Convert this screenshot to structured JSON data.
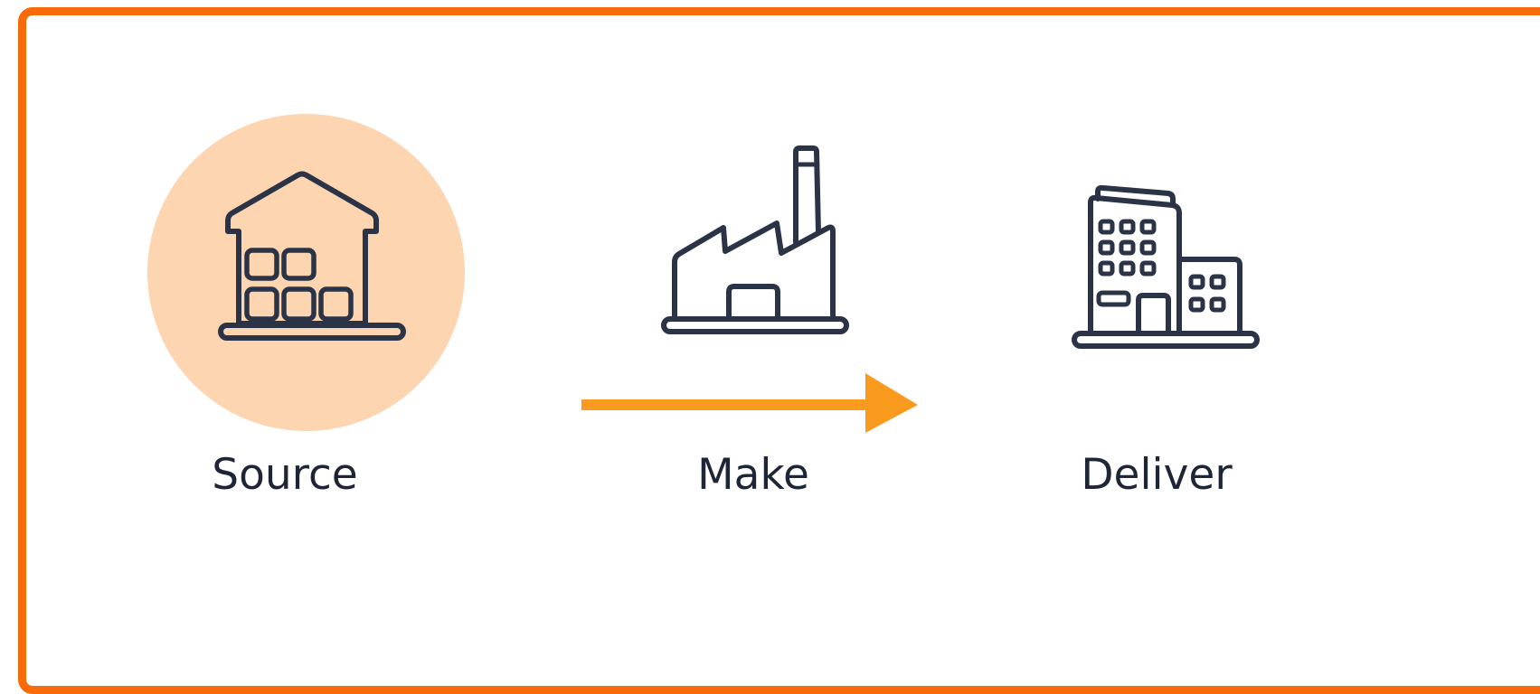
{
  "colors": {
    "frame_border": "#f96b0a",
    "highlight_fill": "#fdd5b1",
    "arrow": "#fa9a1e",
    "icon_stroke": "#2b3446",
    "label_text": "#1e2536"
  },
  "steps": [
    {
      "label": "Source",
      "icon": "warehouse-icon",
      "highlighted": true
    },
    {
      "label": "Make",
      "icon": "factory-icon",
      "highlighted": false
    },
    {
      "label": "Deliver",
      "icon": "office-building-icon",
      "highlighted": false
    }
  ],
  "arrow": {
    "from": "Source",
    "to": "Deliver",
    "direction": "right"
  }
}
